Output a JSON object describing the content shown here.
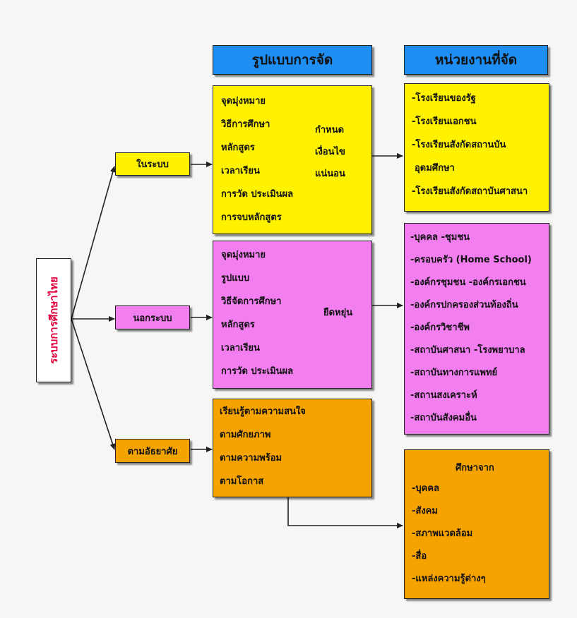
{
  "root_label": "ระบบการศึกษาไทย",
  "headers": {
    "format": "รูปแบบการจัด",
    "agency": "หน่วยงานที่จัด"
  },
  "categories": {
    "formal": "ในระบบ",
    "nonformal": "นอกระบบ",
    "informal": "ตามอัธยาศัย"
  },
  "formal": {
    "format_items": [
      "จุดมุ่งหมาย",
      "วิธีการศึกษา",
      "หลักสูตร",
      "เวลาเรียน",
      "การวัด ประเมินผล",
      "การจบหลักสูตร"
    ],
    "conditions": [
      "กำหนด",
      "เงื่อนไข",
      "แน่นอน"
    ],
    "agencies": [
      "-โรงเรียนของรัฐ",
      "-โรงเรียนเอกชน",
      "-โรงเรียนสังกัดสถานบัน",
      "อุดมศึกษา",
      "-โรงเรียนสังกัดสถาบันศาสนา"
    ]
  },
  "nonformal": {
    "format_items": [
      "จุดมุ่งหมาย",
      "รูปแบบ",
      "วิธีจัดการศึกษา",
      "หลักสูตร",
      "เวลาเรียน",
      "การวัด ประเมินผล"
    ],
    "condition": "ยืดหยุ่น",
    "agencies": [
      "-บุคคล   -ชุมชน",
      "-ครอบครัว (Home School)",
      "-องค์กรชุมชน  -องค์กรเอกชน",
      "-องค์กรปกครองส่วนท้องถิ่น",
      "-องค์กรวิชาชีพ",
      "-สถาบันศาสนา  -โรงพยาบาล",
      "-สถาบันทางการแพทย์",
      "-สถานสงเคราะห์",
      "-สถาบันสังคมอื่น"
    ]
  },
  "informal": {
    "format_items": [
      "เรียนรู้ตามความสนใจ",
      "ตามศักยภาพ",
      "ตามความพร้อม",
      "ตามโอกาส"
    ],
    "learn_title": "ศึกษาจาก",
    "learn_items": [
      "-บุคคล",
      "-สังคม",
      "-สภาพแวดล้อม",
      "-สื่อ",
      "-แหล่งความรู้ต่างๆ"
    ]
  },
  "colors": {
    "yellow": "#fff200",
    "pink": "#f27ef0",
    "orange": "#f5a300",
    "blue": "#1e8ef3",
    "root_text": "#e0003c"
  }
}
